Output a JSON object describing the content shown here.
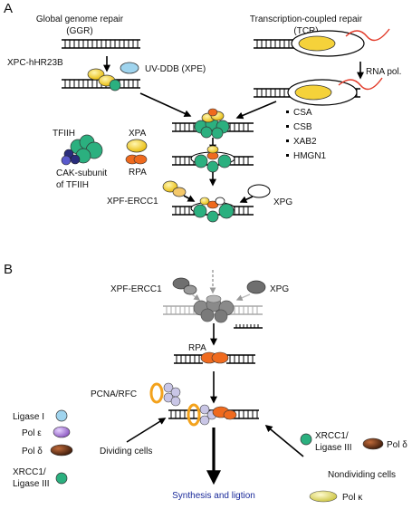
{
  "panel_a": {
    "label": "A",
    "ggr_title_line1": "Global genome repair",
    "ggr_title_line2": "(GGR)",
    "tcr_title_line1": "Transcription-coupled repair",
    "tcr_title_line2": "(TCR)",
    "xpc_label": "XPC-hHR23B",
    "uvddb_label": "UV-DDB (XPE)",
    "rna_pol_label": "RNA pol.",
    "tcr_factors": [
      "CSA",
      "CSB",
      "XAB2",
      "HMGN1"
    ],
    "tfiih_label": "TFIIH",
    "xpa_label": "XPA",
    "rpa_label": "RPA",
    "cak_label_line1": "CAK-subunit",
    "cak_label_line2": "of TFIIH",
    "xpf_label": "XPF-ERCC1",
    "xpg_label": "XPG"
  },
  "panel_b": {
    "label": "B",
    "xpf_label": "XPF-ERCC1",
    "xpg_label": "XPG",
    "rpa_label": "RPA",
    "pcna_label": "PCNA/RFC",
    "left_factors": [
      "Ligase I",
      "Pol ε",
      "Pol δ",
      "XRCC1/",
      "Ligase III"
    ],
    "dividing_label": "Dividing cells",
    "right_xrcc_line1": "XRCC1/",
    "right_xrcc_line2": "Ligase III",
    "right_pol_delta": "Pol δ",
    "nondividing_label": "Nondividing cells",
    "pol_kappa": "Pol κ",
    "synthesis_label": "Synthesis and ligtion"
  },
  "colors": {
    "green": "#2bb07f",
    "yellow": "#f5d23a",
    "orange": "#ef6a1e",
    "light_blue": "#9fd4ee",
    "navy": "#2a2d7c",
    "red_rna": "#e23b2a",
    "grey": "#8a8a8a",
    "brown": "#5a2d16",
    "purple": "#9b6ccc",
    "blue_text": "#1a2a9a"
  }
}
